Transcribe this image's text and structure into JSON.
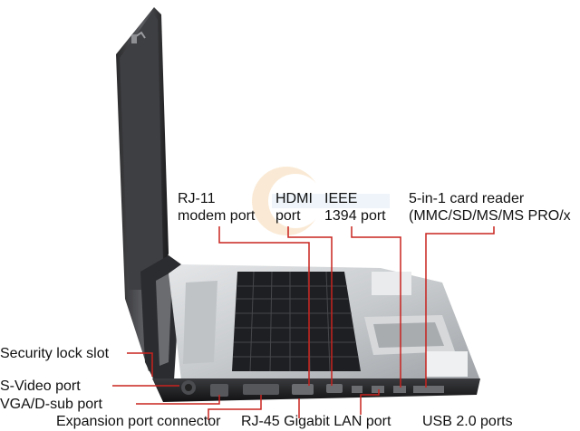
{
  "diagram": {
    "labels": {
      "rj11_line1": "RJ-11",
      "rj11_line2": "modem port",
      "hdmi_line1": "HDMI",
      "hdmi_line2": "port",
      "ieee_line1": "IEEE",
      "ieee_line2": "1394 port",
      "cardreader_line1": "5-in-1 card reader",
      "cardreader_line2": "(MMC/SD/MS/MS PRO/x",
      "security_lock": "Security lock slot",
      "svideo": "S-Video port",
      "vga": "VGA/D-sub port",
      "expansion": "Expansion port connector",
      "rj45": "RJ-45 Gigabit LAN port",
      "usb": "USB 2.0 ports"
    },
    "colors": {
      "callout_line": "#c8231e",
      "laptop_body": "#b9bcc0",
      "laptop_dark": "#1c1c1e"
    }
  }
}
